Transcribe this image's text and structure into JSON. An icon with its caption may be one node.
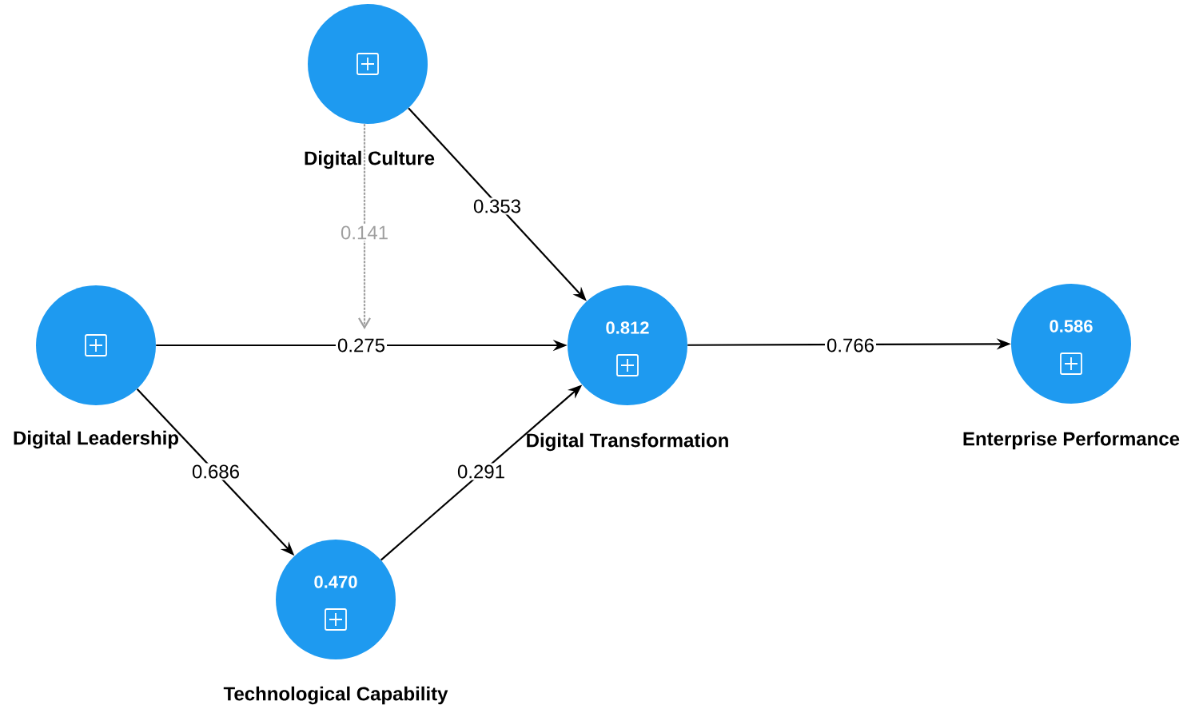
{
  "diagram": {
    "nodes": [
      {
        "text": [
          "Digital Culture"
        ]
      },
      {
        "text": [
          "Digital Leadership"
        ]
      },
      {
        "text": [
          "0.812",
          "Digital Transformation"
        ]
      },
      {
        "text": [
          "0.586",
          "Enterprise Performance"
        ]
      },
      {
        "text": [
          "0.470",
          "Technological Capability"
        ]
      }
    ],
    "edges": [
      {
        "from": 0,
        "to": 2,
        "arrow": "to",
        "label": "0.353"
      },
      {
        "from": 0,
        "to": null,
        "arrow": "to",
        "label": "0.141",
        "style": "dashed",
        "color": "#a0a0a0"
      },
      {
        "from": 1,
        "to": 2,
        "arrow": "to",
        "label": "0.275"
      },
      {
        "from": 2,
        "to": 3,
        "arrow": "to",
        "label": "0.766"
      },
      {
        "from": 1,
        "to": 4,
        "arrow": "to",
        "label": "0.686"
      },
      {
        "from": 4,
        "to": 2,
        "arrow": "to",
        "label": "0.291"
      }
    ]
  }
}
